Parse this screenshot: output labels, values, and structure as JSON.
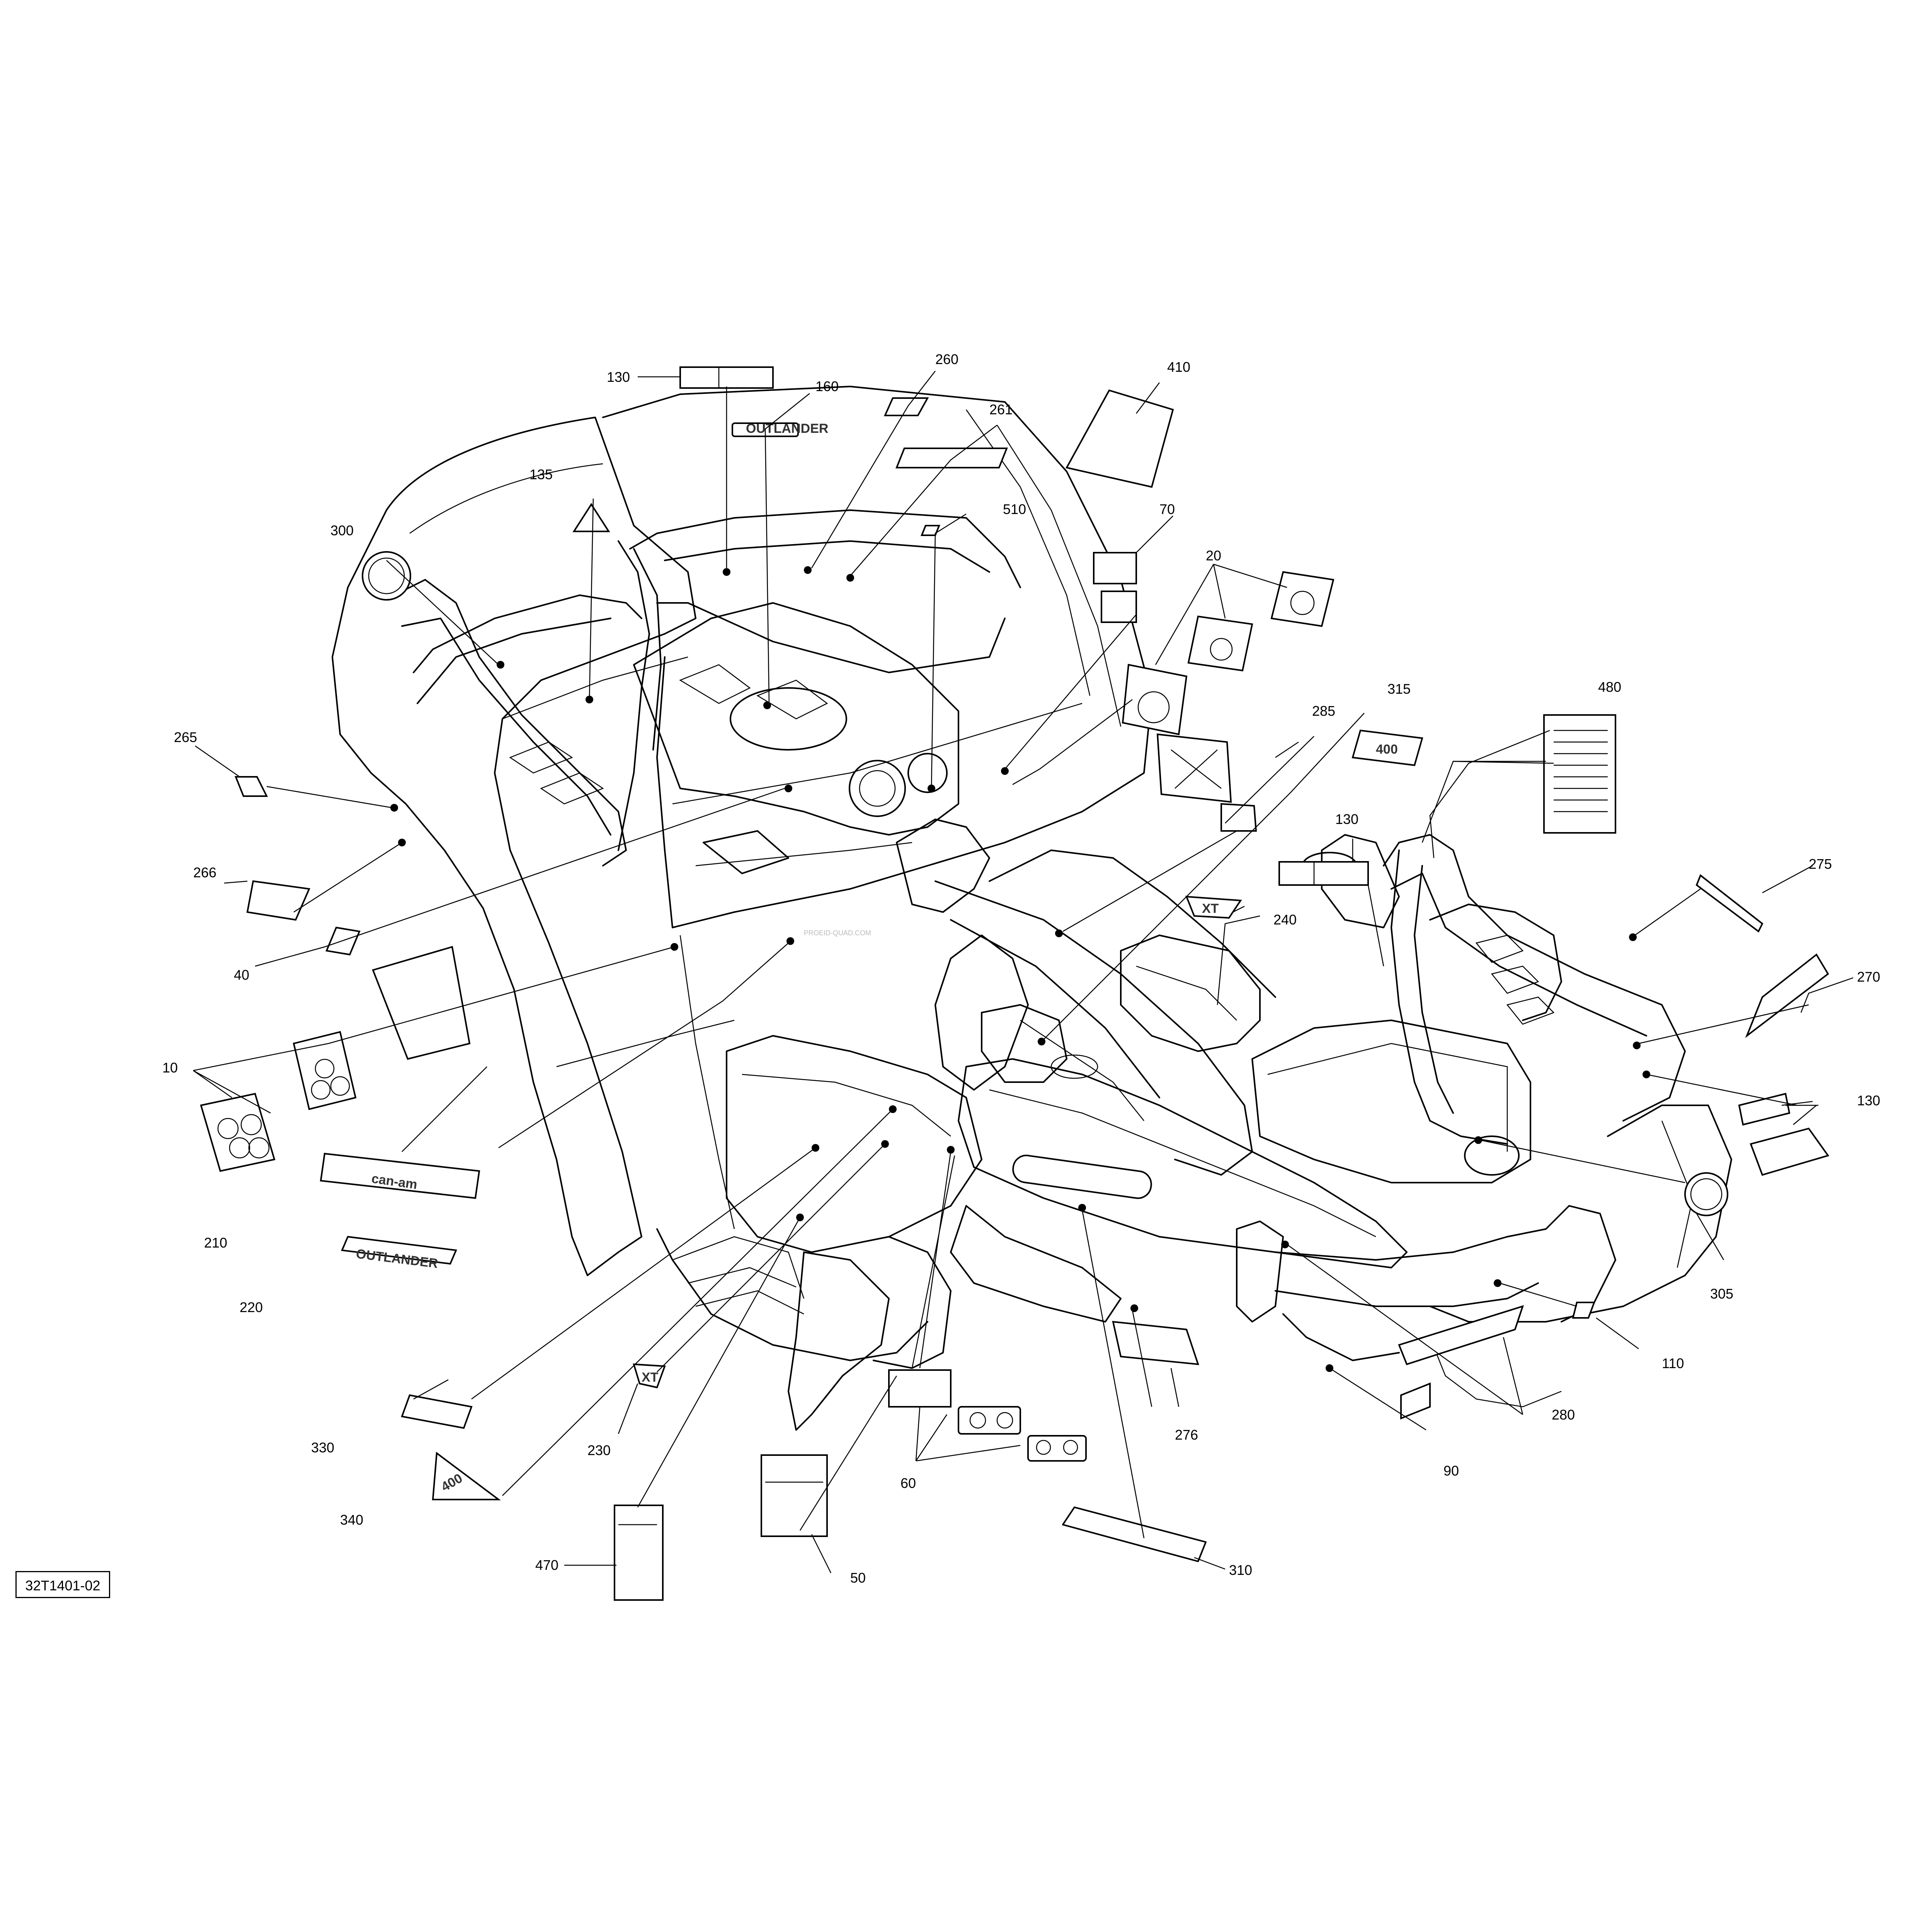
{
  "diagram": {
    "reference_code": "32T1401-02",
    "watermark": "PROEID-QUAD.COM",
    "callouts": [
      "130",
      "160",
      "260",
      "261",
      "410",
      "135",
      "510",
      "70",
      "300",
      "20",
      "265",
      "315",
      "285",
      "480",
      "266",
      "130",
      "240",
      "275",
      "40",
      "10",
      "270",
      "130",
      "210",
      "305",
      "220",
      "110",
      "330",
      "230",
      "280",
      "90",
      "276",
      "60",
      "340",
      "470",
      "50",
      "310"
    ],
    "decal_texts": {
      "brand_logo": "can-am",
      "model_logo": "OUTLANDER",
      "badge_xt": "XT",
      "badge_400": "400"
    }
  }
}
